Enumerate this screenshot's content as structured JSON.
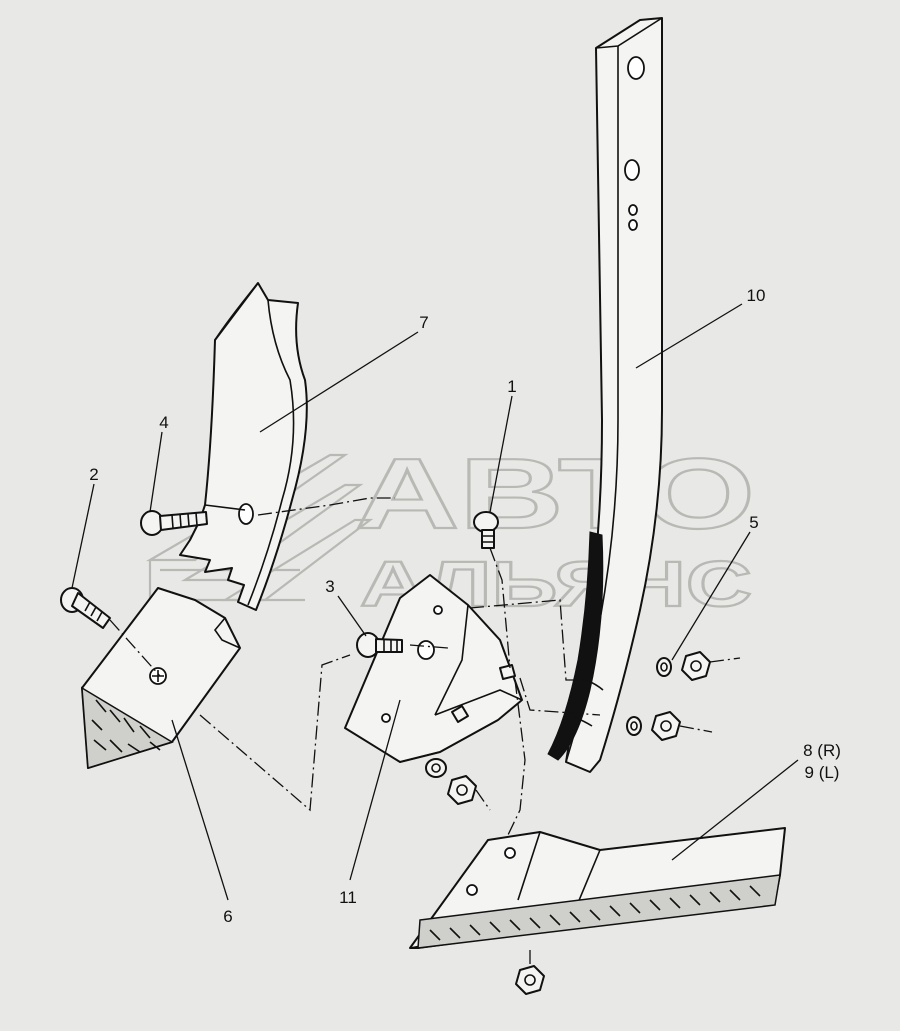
{
  "watermark": {
    "line1": "АВТО",
    "line2": "АЛЬЯНС"
  },
  "callouts": [
    {
      "id": "1",
      "text": "1"
    },
    {
      "id": "2",
      "text": "2"
    },
    {
      "id": "3",
      "text": "3"
    },
    {
      "id": "4",
      "text": "4"
    },
    {
      "id": "5",
      "text": "5"
    },
    {
      "id": "6",
      "text": "6"
    },
    {
      "id": "7",
      "text": "7"
    },
    {
      "id": "8-9-r",
      "text": "8 (R)"
    },
    {
      "id": "8-9-l",
      "text": "9 (L)"
    },
    {
      "id": "10",
      "text": "10"
    },
    {
      "id": "11",
      "text": "11"
    }
  ],
  "colors": {
    "background": "#e8e8e6",
    "line": "#111111",
    "watermark": "#b8b8b4"
  }
}
